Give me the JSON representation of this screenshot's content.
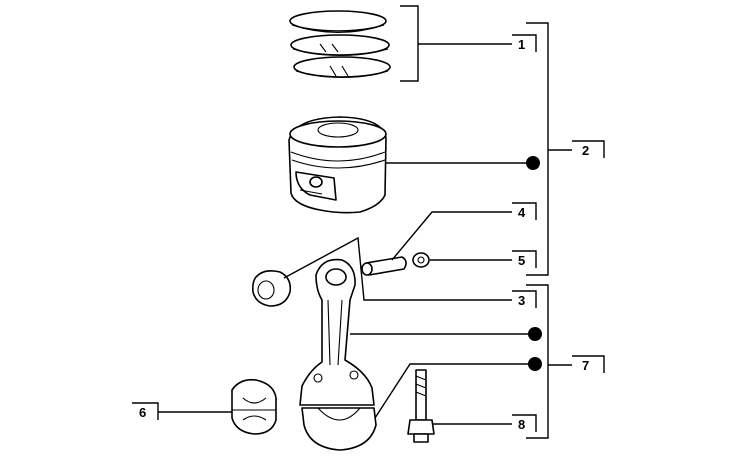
{
  "callouts": [
    {
      "id": "c1",
      "label": "1"
    },
    {
      "id": "c2",
      "label": "2"
    },
    {
      "id": "c3",
      "label": "3"
    },
    {
      "id": "c4",
      "label": "4"
    },
    {
      "id": "c5",
      "label": "5"
    },
    {
      "id": "c6",
      "label": "6"
    },
    {
      "id": "c7",
      "label": "7"
    },
    {
      "id": "c8",
      "label": "8"
    }
  ]
}
